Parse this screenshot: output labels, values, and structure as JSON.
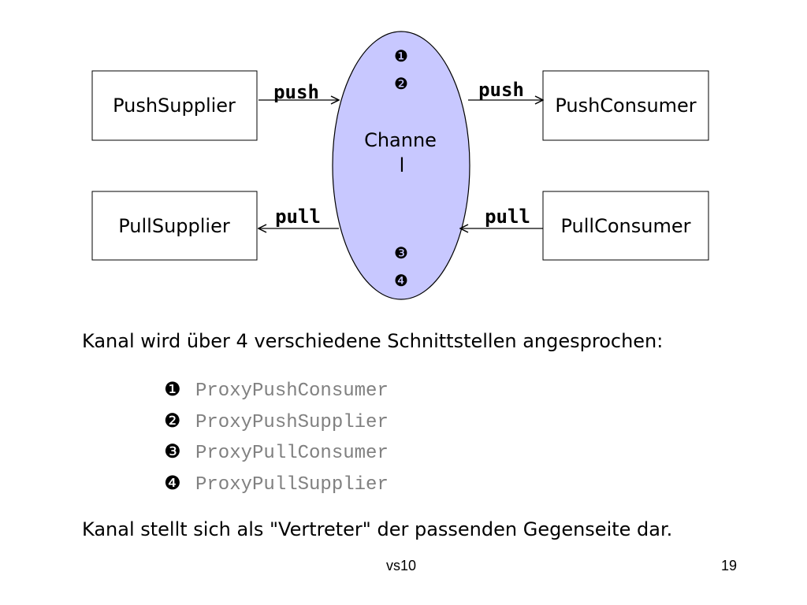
{
  "diagram": {
    "channel": {
      "line1": "Channe",
      "line2": "l",
      "fill": "#c8c8ff"
    },
    "boxes": {
      "push_supplier": "PushSupplier",
      "push_consumer": "PushConsumer",
      "pull_supplier": "PullSupplier",
      "pull_consumer": "PullConsumer"
    },
    "arrows": {
      "push_left": "push",
      "push_right": "push",
      "pull_left": "pull",
      "pull_right": "pull"
    },
    "markers": {
      "m1": "❶",
      "m2": "❷",
      "m3": "❸",
      "m4": "❹"
    }
  },
  "text": {
    "intro": "Kanal wird über 4 verschiedene Schnittstellen angesprochen:",
    "interfaces": [
      {
        "num": "❶",
        "name": "ProxyPushConsumer"
      },
      {
        "num": "❷",
        "name": "ProxyPushSupplier"
      },
      {
        "num": "❸",
        "name": "ProxyPullConsumer"
      },
      {
        "num": "❹",
        "name": "ProxyPullSupplier"
      }
    ],
    "outro": "Kanal stellt sich als \"Vertreter\" der passenden Gegenseite dar."
  },
  "footer": {
    "center": "vs10",
    "page": "19"
  },
  "colors": {
    "interface_text": "#808080",
    "channel_fill": "#c8c8ff"
  }
}
